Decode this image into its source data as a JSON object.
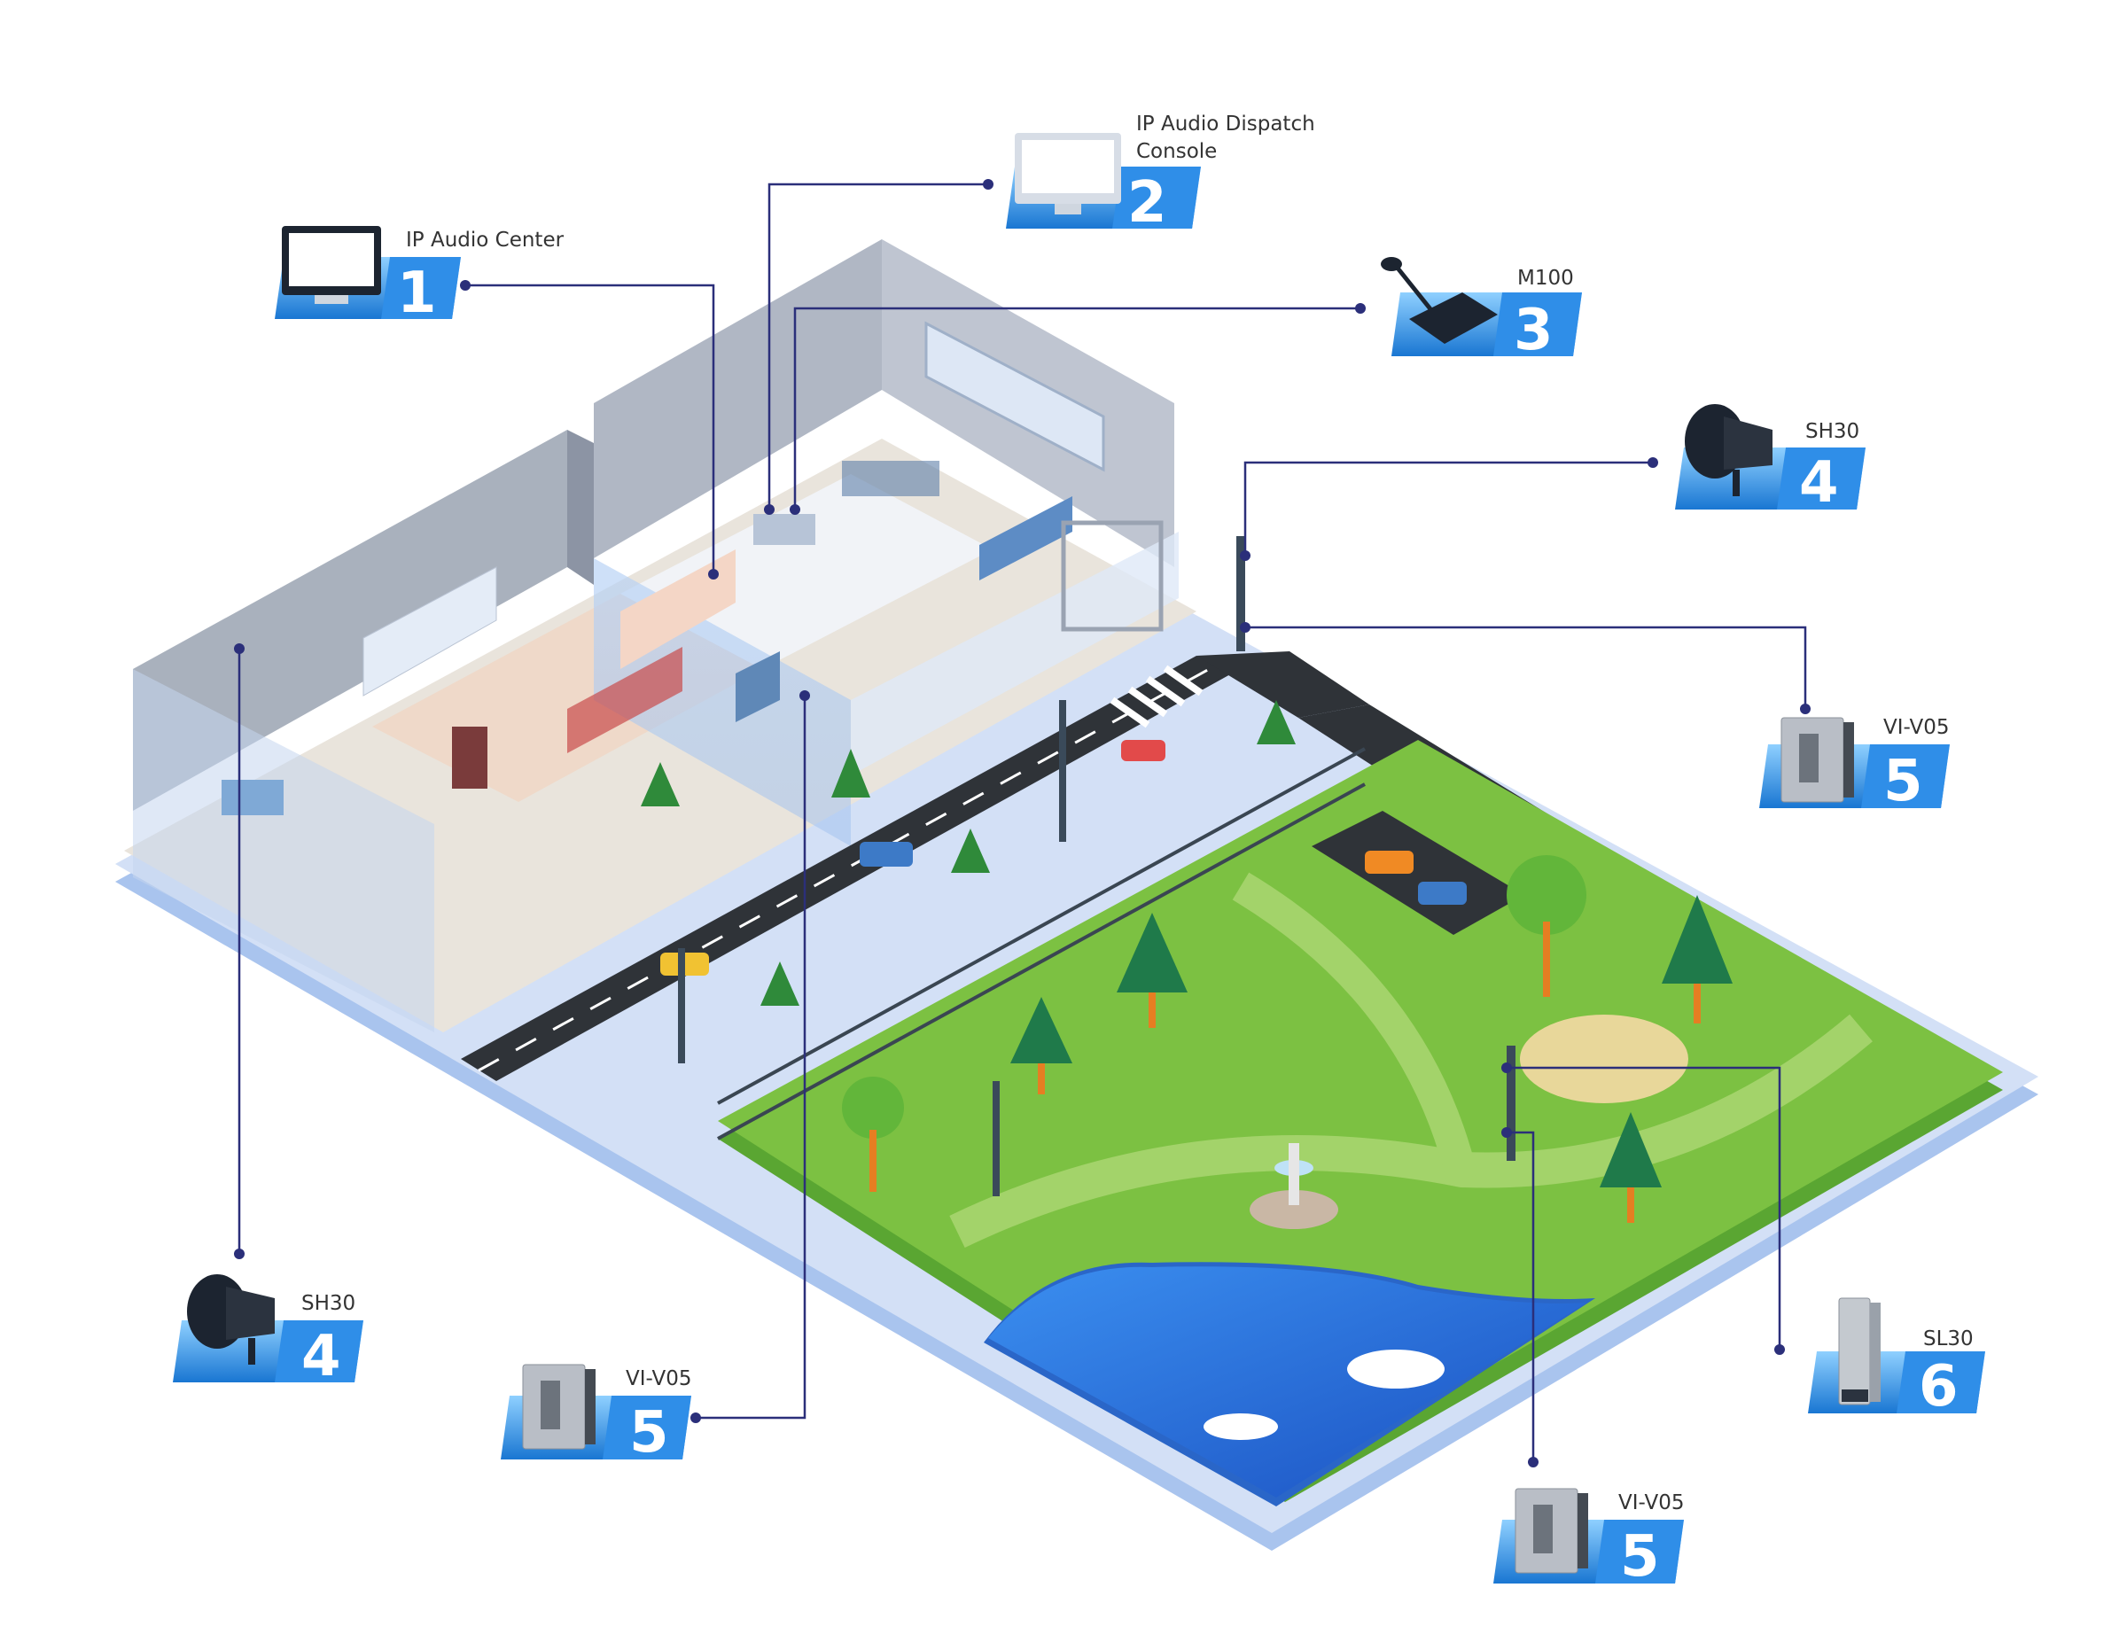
{
  "devices": [
    {
      "id": "ip-audio-center",
      "number": "1",
      "label": "IP Audio Center",
      "icon": "monitor-icon"
    },
    {
      "id": "dispatch-console",
      "number": "2",
      "label_line1": "IP Audio Dispatch",
      "label_line2": "Console",
      "icon": "desktop-console-icon"
    },
    {
      "id": "m100",
      "number": "3",
      "label": "M100",
      "icon": "paging-microphone-icon"
    },
    {
      "id": "sh30-right",
      "number": "4",
      "label": "SH30",
      "icon": "horn-speaker-icon"
    },
    {
      "id": "vi-v05-right",
      "number": "5",
      "label": "VI-V05",
      "icon": "intercom-panel-icon"
    },
    {
      "id": "sh30-left",
      "number": "4",
      "label": "SH30",
      "icon": "horn-speaker-icon"
    },
    {
      "id": "vi-v05-center",
      "number": "5",
      "label": "VI-V05",
      "icon": "intercom-panel-icon"
    },
    {
      "id": "sl30",
      "number": "6",
      "label": "SL30",
      "icon": "column-speaker-icon"
    },
    {
      "id": "vi-v05-bottom",
      "number": "5",
      "label": "VI-V05",
      "icon": "intercom-panel-icon"
    }
  ],
  "colors": {
    "badge_blue": "#1e88e5",
    "badge_light": "#64b5f6",
    "connector": "#2b2f7a",
    "grass": "#7cc142",
    "water": "#2a78d8",
    "road": "#2f3338",
    "ground": "#c9d8f2",
    "wall": "#8c96a8"
  }
}
